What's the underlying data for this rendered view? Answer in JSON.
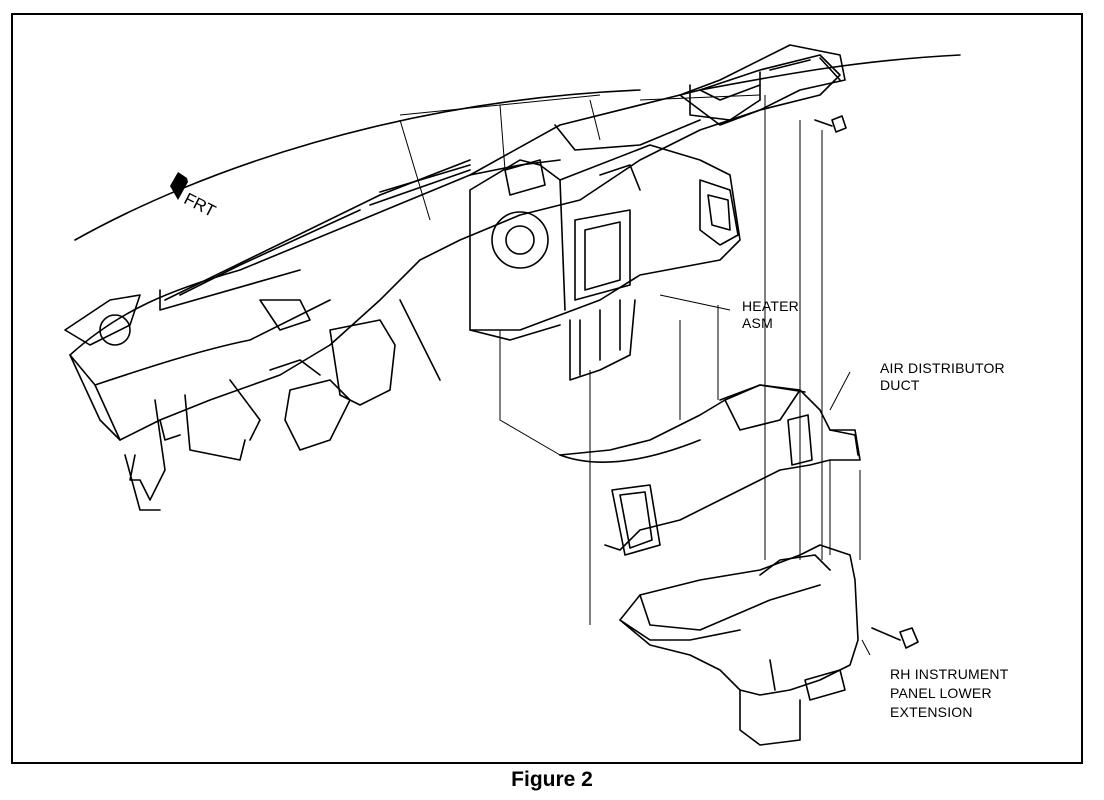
{
  "figure": {
    "caption": "Figure 2",
    "direction_marker": "FRT",
    "labels": {
      "heater": [
        "HEATER",
        "ASM"
      ],
      "air_duct": [
        "AIR DISTRIBUTOR",
        "DUCT"
      ],
      "rh_panel": [
        "RH INSTRUMENT",
        "PANEL LOWER",
        "EXTENSION"
      ]
    }
  }
}
